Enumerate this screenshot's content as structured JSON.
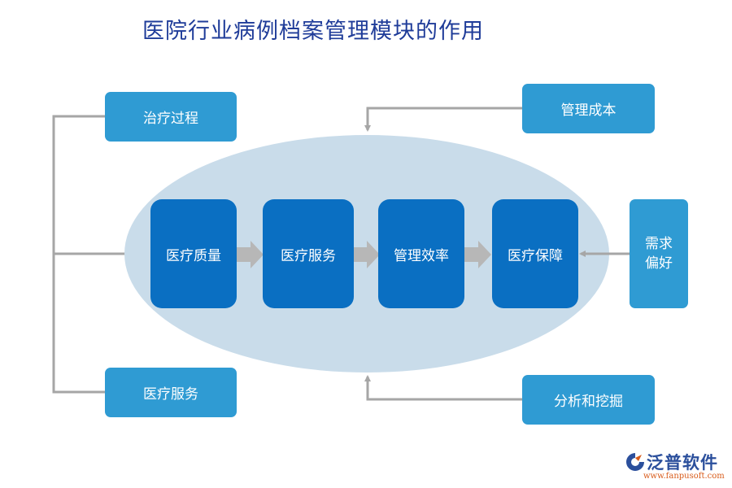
{
  "title": "医院行业病例档案管理模块的作用",
  "left_nodes": {
    "top": "治疗过程",
    "bottom": "医疗服务"
  },
  "right_nodes": {
    "top": "管理成本",
    "middle_line1": "需求",
    "middle_line2": "偏好",
    "bottom": "分析和挖掘"
  },
  "core_flow": [
    "医疗质量",
    "医疗服务",
    "管理效率",
    "医疗保障"
  ],
  "logo": {
    "name": "泛普软件",
    "url": "www.fanpusoft.com"
  },
  "colors": {
    "title": "#1f3c99",
    "side_box": "#2f9bd3",
    "core_box": "#0a6fc2",
    "ellipse": "#c9dcea",
    "connector": "#a6a6a6"
  }
}
